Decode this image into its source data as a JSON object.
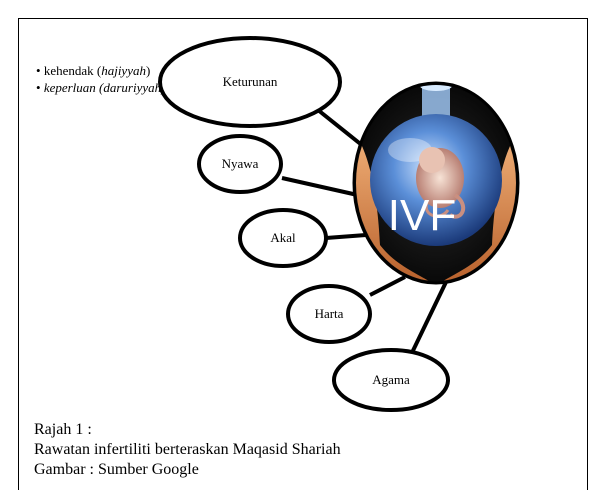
{
  "bullets": {
    "item1_prefix": "kehendak (",
    "item1_emph": "hajiyyah",
    "item1_suffix": ")",
    "item2": "keperluan (daruriyyah)"
  },
  "center_image": {
    "label": "IVF",
    "icon": "embryo-in-glass-sphere-held-by-hands"
  },
  "nodes": {
    "keturunan": "Keturunan",
    "nyawa": "Nyawa",
    "akal": "Akal",
    "harta": "Harta",
    "agama": "Agama"
  },
  "caption": {
    "line1": "Rajah 1 :",
    "line2": "Rawatan infertiliti berteraskan Maqasid Shariah",
    "line3": "Gambar : Sumber Google"
  },
  "colors": {
    "line": "#000000",
    "sphere_glass": "#3a6bb8",
    "hands": "#d98a52",
    "background_dark": "#1a1a1a"
  }
}
